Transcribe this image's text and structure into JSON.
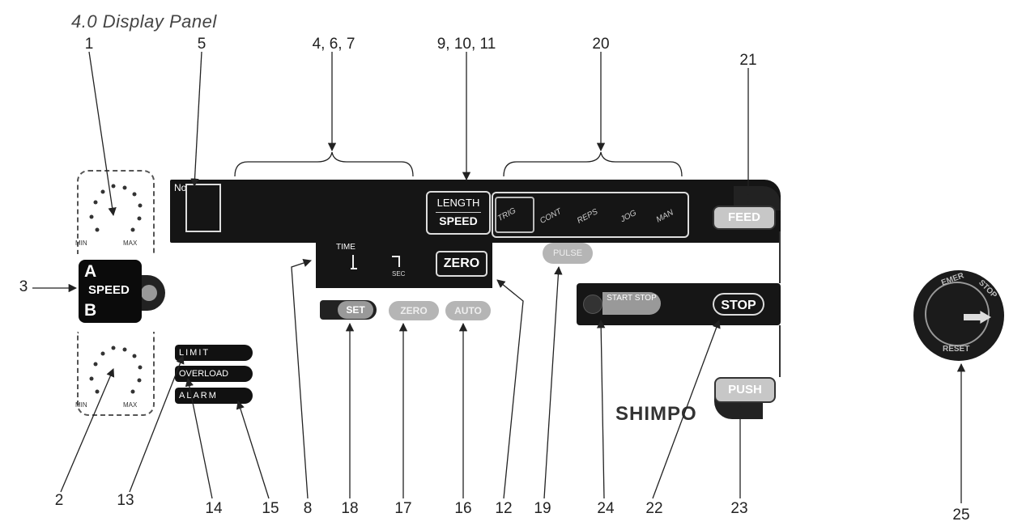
{
  "title": "4.0 Display Panel",
  "callouts": {
    "c1": "1",
    "c5": "5",
    "c467": "4, 6, 7",
    "c91011": "9, 10, 11",
    "c20": "20",
    "c21": "21",
    "c3": "3",
    "c2": "2",
    "c13": "13",
    "c14": "14",
    "c15": "15",
    "c8": "8",
    "c18": "18",
    "c17": "17",
    "c16": "16",
    "c12": "12",
    "c19": "19",
    "c24": "24",
    "c22": "22",
    "c23": "23",
    "c25": "25"
  },
  "dial_a": {
    "min": "MIN",
    "max": "MAX"
  },
  "dial_b": {
    "min": "MIN",
    "max": "MAX"
  },
  "speed_selector": {
    "a": "A",
    "speed": "SPEED",
    "b": "B"
  },
  "display": {
    "no_label": "No",
    "length": "LENGTH",
    "speed": "SPEED",
    "time": "TIME",
    "sec": "SEC",
    "zero": "ZERO"
  },
  "modes": [
    "TRIG",
    "CONT",
    "REPS",
    "JOG",
    "MAN"
  ],
  "buttons": {
    "set": "SET",
    "zero": "ZERO",
    "auto": "AUTO",
    "pulse": "PULSE",
    "start": "START STOP",
    "stop": "STOP",
    "feed": "FEED",
    "push": "PUSH"
  },
  "indicators": {
    "limit": "LIMIT",
    "overload": "OVERLOAD",
    "alarm": "ALARM"
  },
  "brand": "SHIMPO",
  "emergency_knob": {
    "top": "EMER",
    "right": "STOP",
    "bottom": "RESET"
  }
}
